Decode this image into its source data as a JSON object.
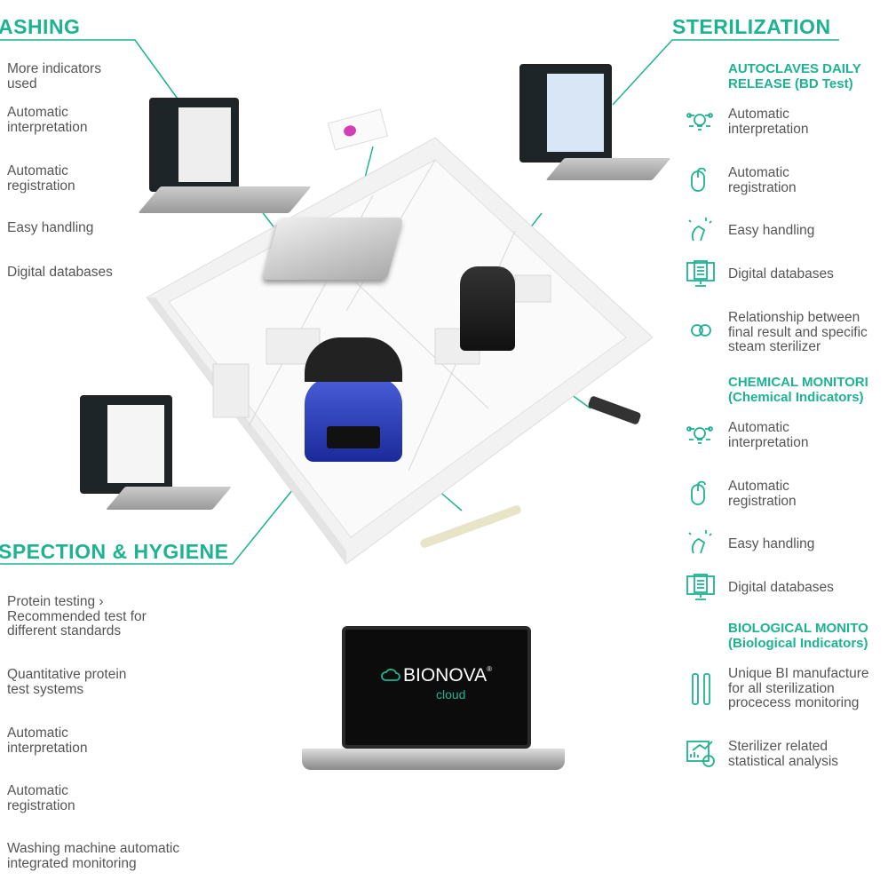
{
  "washing": {
    "title": "ASHING",
    "items": [
      "More indicators\nused",
      "Automatic\ninterpretation",
      "Automatic\nregistration",
      "Easy handling",
      "Digital databases"
    ]
  },
  "inspection": {
    "title": "SPECTION & HYGIENE",
    "items": [
      "Protein testing ›\nRecommended test for\ndifferent standards",
      "Quantitative protein\ntest systems",
      "Automatic\ninterpretation",
      "Automatic\nregistration",
      "Washing machine automatic\nintegrated monitoring"
    ]
  },
  "sterilization": {
    "title": "STERILIZATION",
    "bd": {
      "title": "AUTOCLAVES DAILY\nRELEASE (BD Test)",
      "items": [
        {
          "icon": "lightbulb-network-icon",
          "text": "Automatic\ninterpretation"
        },
        {
          "icon": "mouse-icon",
          "text": "Automatic\nregistration"
        },
        {
          "icon": "hand-sparkle-icon",
          "text": "Easy handling"
        },
        {
          "icon": "monitor-database-icon",
          "text": "Digital databases"
        },
        {
          "icon": "infinity-rings-icon",
          "text": "Relationship between\nfinal result and specific\nsteam sterilizer"
        }
      ]
    },
    "chemical": {
      "title": "CHEMICAL MONITORI\n(Chemical Indicators)",
      "items": [
        {
          "icon": "lightbulb-network-icon",
          "text": "Automatic\ninterpretation"
        },
        {
          "icon": "mouse-icon",
          "text": "Automatic\nregistration"
        },
        {
          "icon": "hand-sparkle-icon",
          "text": "Easy handling"
        },
        {
          "icon": "monitor-database-icon",
          "text": "Digital databases"
        }
      ]
    },
    "biological": {
      "title": "BIOLOGICAL MONITO\n(Biological Indicators)",
      "items": [
        {
          "icon": "vials-icon",
          "text": "Unique BI manufacture\nfor all sterilization\nprocecess monitoring"
        },
        {
          "icon": "statistics-icon",
          "text": "Sterilizer related\nstatistical analysis"
        }
      ]
    }
  },
  "logo": {
    "name": "BIONOVA",
    "reg": "®",
    "sub": "cloud"
  },
  "colors": {
    "accent": "#1db391"
  }
}
